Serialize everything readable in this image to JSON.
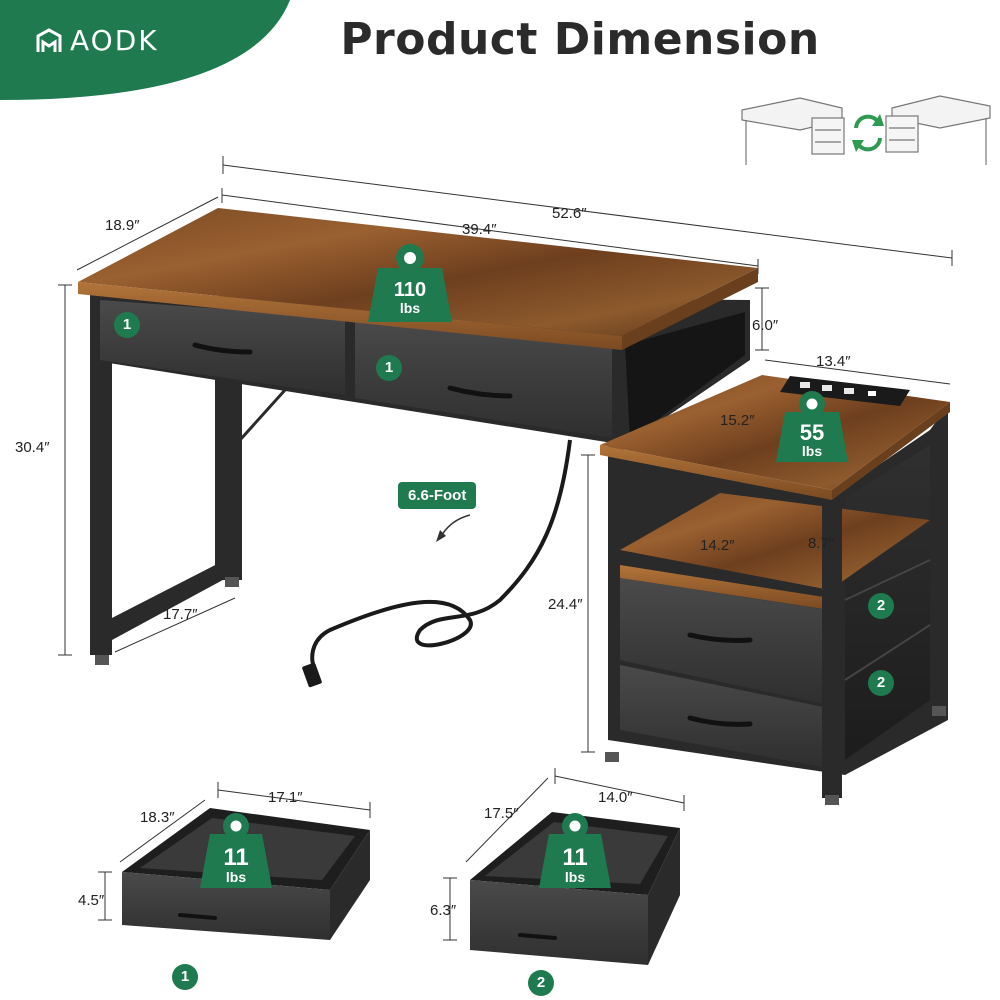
{
  "brand": {
    "name": "AODK",
    "color": "#1f7a4f"
  },
  "title": "Product Dimension",
  "dimensions": {
    "depth": "18.9″",
    "desk_width": "39.4″",
    "total_width": "52.6″",
    "height": "30.4″",
    "shelf_gap": "6.0″",
    "cabinet_width": "13.4″",
    "cabinet_depth": "15.2″",
    "inner_width": "14.2″",
    "open_shelf_height": "8.7″",
    "cabinet_height": "24.4″",
    "leg_depth": "17.7″"
  },
  "load": {
    "desk_num": "110",
    "cabinet_num": "55",
    "unit": "lbs"
  },
  "cord": {
    "label": "6.6-Foot"
  },
  "drawer_badges": {
    "one": "1",
    "two": "2"
  },
  "drawer1": {
    "depth": "18.3″",
    "width": "17.1″",
    "height": "4.5″",
    "num": "11",
    "unit": "lbs",
    "badge": "1"
  },
  "drawer2": {
    "depth": "17.5″",
    "width": "14.0″",
    "height": "6.3″",
    "num": "11",
    "unit": "lbs",
    "badge": "2"
  },
  "icons": [
    "brand-logo-icon",
    "weight-icon",
    "reversible-arrows-icon",
    "power-outlet-icon",
    "cord-arrow-icon"
  ]
}
